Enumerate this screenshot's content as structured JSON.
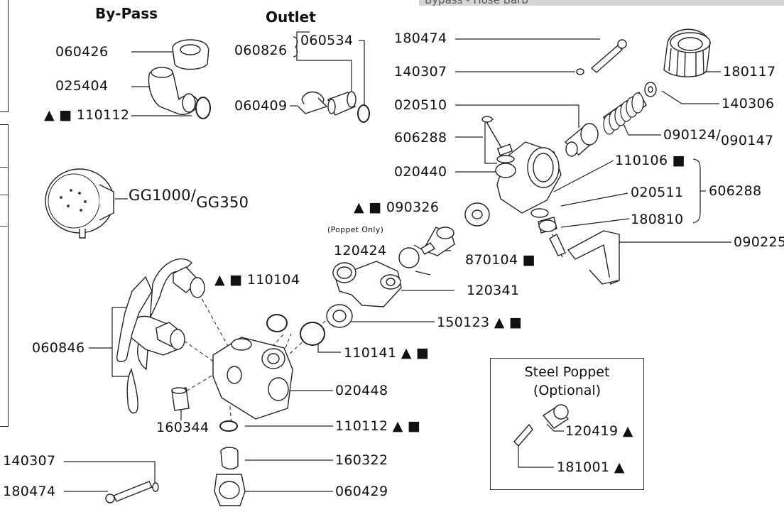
{
  "top_caption": "Bypass - Hose Barb",
  "headers": {
    "bypass": "By-Pass",
    "outlet": "Outlet"
  },
  "symbols": {
    "triangle": "▲",
    "square": "■"
  },
  "labels": {
    "p060426": "060426",
    "p025404": "025404",
    "p110112_top": "110112",
    "p060826": "060826",
    "p060534": "060534",
    "p060409": "060409",
    "p180474_top": "180474",
    "p140307_top": "140307",
    "p020510": "020510",
    "p606288_left": "606288",
    "p020440": "020440",
    "p090326": "090326",
    "poppet_only": "(Poppet Only)",
    "p120424": "120424",
    "p870104": "870104",
    "p120341": "120341",
    "p150123": "150123",
    "p110104": "110104",
    "p110141": "110141",
    "p020448": "020448",
    "p060846": "060846",
    "p160344": "160344",
    "p110112_bottom": "110112",
    "p160322": "160322",
    "p060429": "060429",
    "p140307_bottom": "140307",
    "p180474_bottom": "180474",
    "p180117": "180117",
    "p140306": "140306",
    "p090124": "090124",
    "p090147": "090147",
    "p110106": "110106",
    "p020511": "020511",
    "p180810": "180810",
    "p606288_right": "606288",
    "p090225": "090225",
    "gg1000": "GG1000",
    "gg350": "GG350",
    "p120419": "120419",
    "p181001": "181001"
  },
  "optional_box": {
    "line1": "Steel Poppet",
    "line2": "(Optional)"
  }
}
